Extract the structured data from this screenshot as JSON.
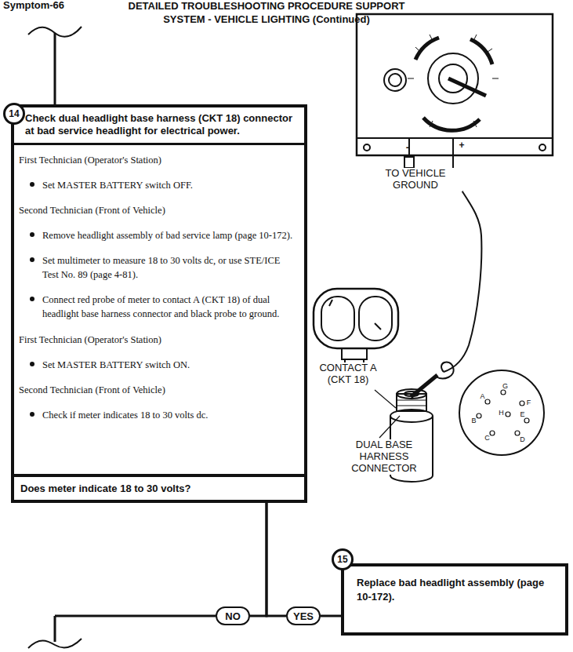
{
  "diagram": {
    "title": "DETAILED TROUBLESHOOTING PROCEDURE SUPPORT SYSTEM - VEHICLE LIGHTING (Continued)",
    "nodes": [
      {
        "text": [
          "Check dual headlight base harness (CKT 18) connector at bad service headlight for electrical power.",
          "First Technician (Operator's Station)",
          "Set MASTER BATTERY switch OFF.",
          "Second Technician (Front of Vehicle)",
          "Remove headlight assembly of bad service lamp (page 10-172).",
          "Set multimeter to measure 18 to 30 volts dc, or use STE/ICE Test No. 89 (page 4-81).",
          "Connect red probe of meter to contact A (CKT 18) of dual headlight base harness connector and black probe to ground.",
          "First Technician (Operator's Station)",
          "Set MASTER BATTERY switch ON.",
          "Second Technician (Front of Vehicle)",
          "Check if meter indicates 18 to 30 volts dc."
        ]
      },
      {
        "text": [
          "14"
        ],
        "in": 0
      },
      {
        "text": [
          "Does meter indicate 18 to 30 volts?"
        ],
        "in": 0
      },
      {
        "text": [
          "NO"
        ]
      },
      {
        "text": [
          "YES"
        ]
      },
      {
        "text": [
          "Replace bad headlight assembly (page 10-172)."
        ]
      },
      {
        "text": [
          "15"
        ],
        "in": 5
      }
    ],
    "edges": [
      {
        "from": 2,
        "to": 3,
        "arrow": "none"
      },
      {
        "from": 2,
        "to": 4,
        "arrow": "none"
      },
      {
        "from": 4,
        "to": 5,
        "arrow": "none"
      }
    ],
    "labels": [
      "Symptom-66",
      "TO VEHICLE GROUND",
      "CONTACT A (CKT 18)",
      "DUAL BASE HARNESS CONNECTOR",
      "-",
      "+",
      "A",
      "G",
      "F",
      "H",
      "B",
      "E",
      "C",
      "D"
    ]
  }
}
